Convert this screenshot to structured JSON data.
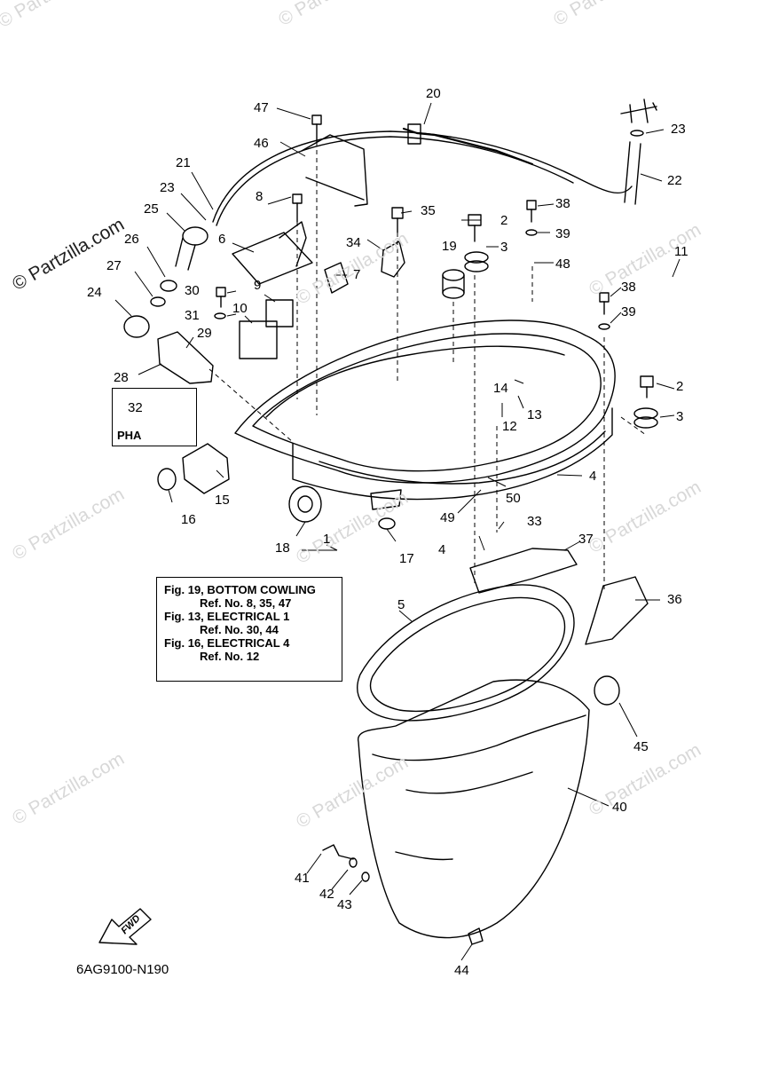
{
  "watermark": "© Partzilla.com",
  "diagram_code": "6AG9100-N190",
  "fwd_label": "FWD",
  "pha_label": "PHA",
  "note_lines": [
    "Fig. 19, BOTTOM COWLING",
    "Ref. No. 8, 35, 47",
    "Fig. 13, ELECTRICAL 1",
    "Ref. No. 30, 44",
    "Fig. 16, ELECTRICAL 4",
    "Ref. No. 12"
  ],
  "callouts": [
    "1",
    "2",
    "3",
    "4",
    "5",
    "6",
    "7",
    "8",
    "9",
    "10",
    "11",
    "12",
    "13",
    "14",
    "15",
    "16",
    "17",
    "18",
    "19",
    "20",
    "21",
    "22",
    "23",
    "24",
    "25",
    "26",
    "27",
    "28",
    "29",
    "30",
    "31",
    "32",
    "33",
    "34",
    "35",
    "36",
    "37",
    "38",
    "39",
    "40",
    "41",
    "42",
    "43",
    "44",
    "45",
    "46",
    "47",
    "48",
    "49",
    "50"
  ]
}
